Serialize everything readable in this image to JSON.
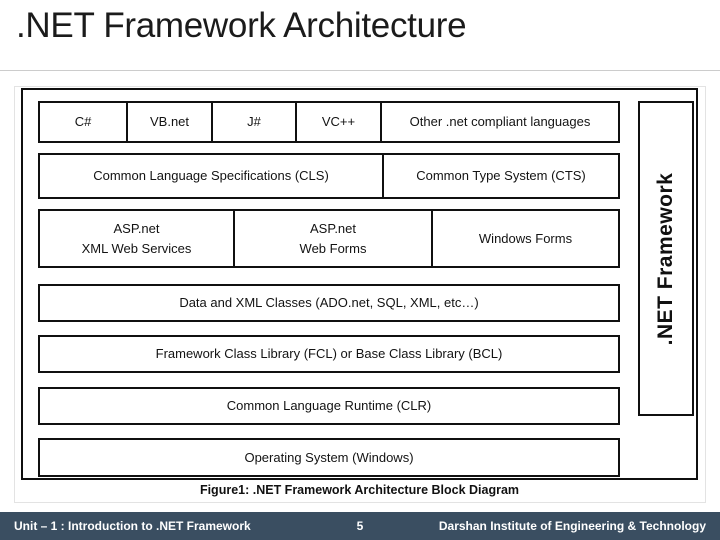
{
  "slide": {
    "title": ".NET Framework Architecture"
  },
  "diagram": {
    "side_label": ".NET Framework",
    "caption": "Figure1: .NET Framework Architecture Block Diagram",
    "rows": [
      {
        "cells": [
          "C#",
          "VB.net",
          "J#",
          "VC++",
          "Other .net compliant languages"
        ]
      },
      {
        "cells": [
          "Common Language Specifications (CLS)",
          "Common Type System (CTS)"
        ]
      },
      {
        "cells": [
          {
            "line1": "ASP.net",
            "line2": "XML Web Services"
          },
          {
            "line1": "ASP.net",
            "line2": "Web Forms"
          },
          "Windows Forms"
        ]
      },
      {
        "cells": [
          "Data and XML Classes (ADO.net, SQL, XML, etc…)"
        ]
      },
      {
        "cells": [
          "Framework Class Library (FCL) or Base Class Library (BCL)"
        ]
      },
      {
        "cells": [
          "Common Language Runtime (CLR)"
        ]
      },
      {
        "cells": [
          "Operating System (Windows)"
        ]
      }
    ]
  },
  "footer": {
    "left": "Unit – 1 : Introduction to .NET Framework",
    "page_number": "5",
    "right": "Darshan Institute of Engineering & Technology"
  },
  "colors": {
    "title_text": "#1b1b1b",
    "diagram_border": "#101010",
    "footer_background": "#3a4e61",
    "footer_text": "#ffffff",
    "divider_line": "#cccccc"
  }
}
